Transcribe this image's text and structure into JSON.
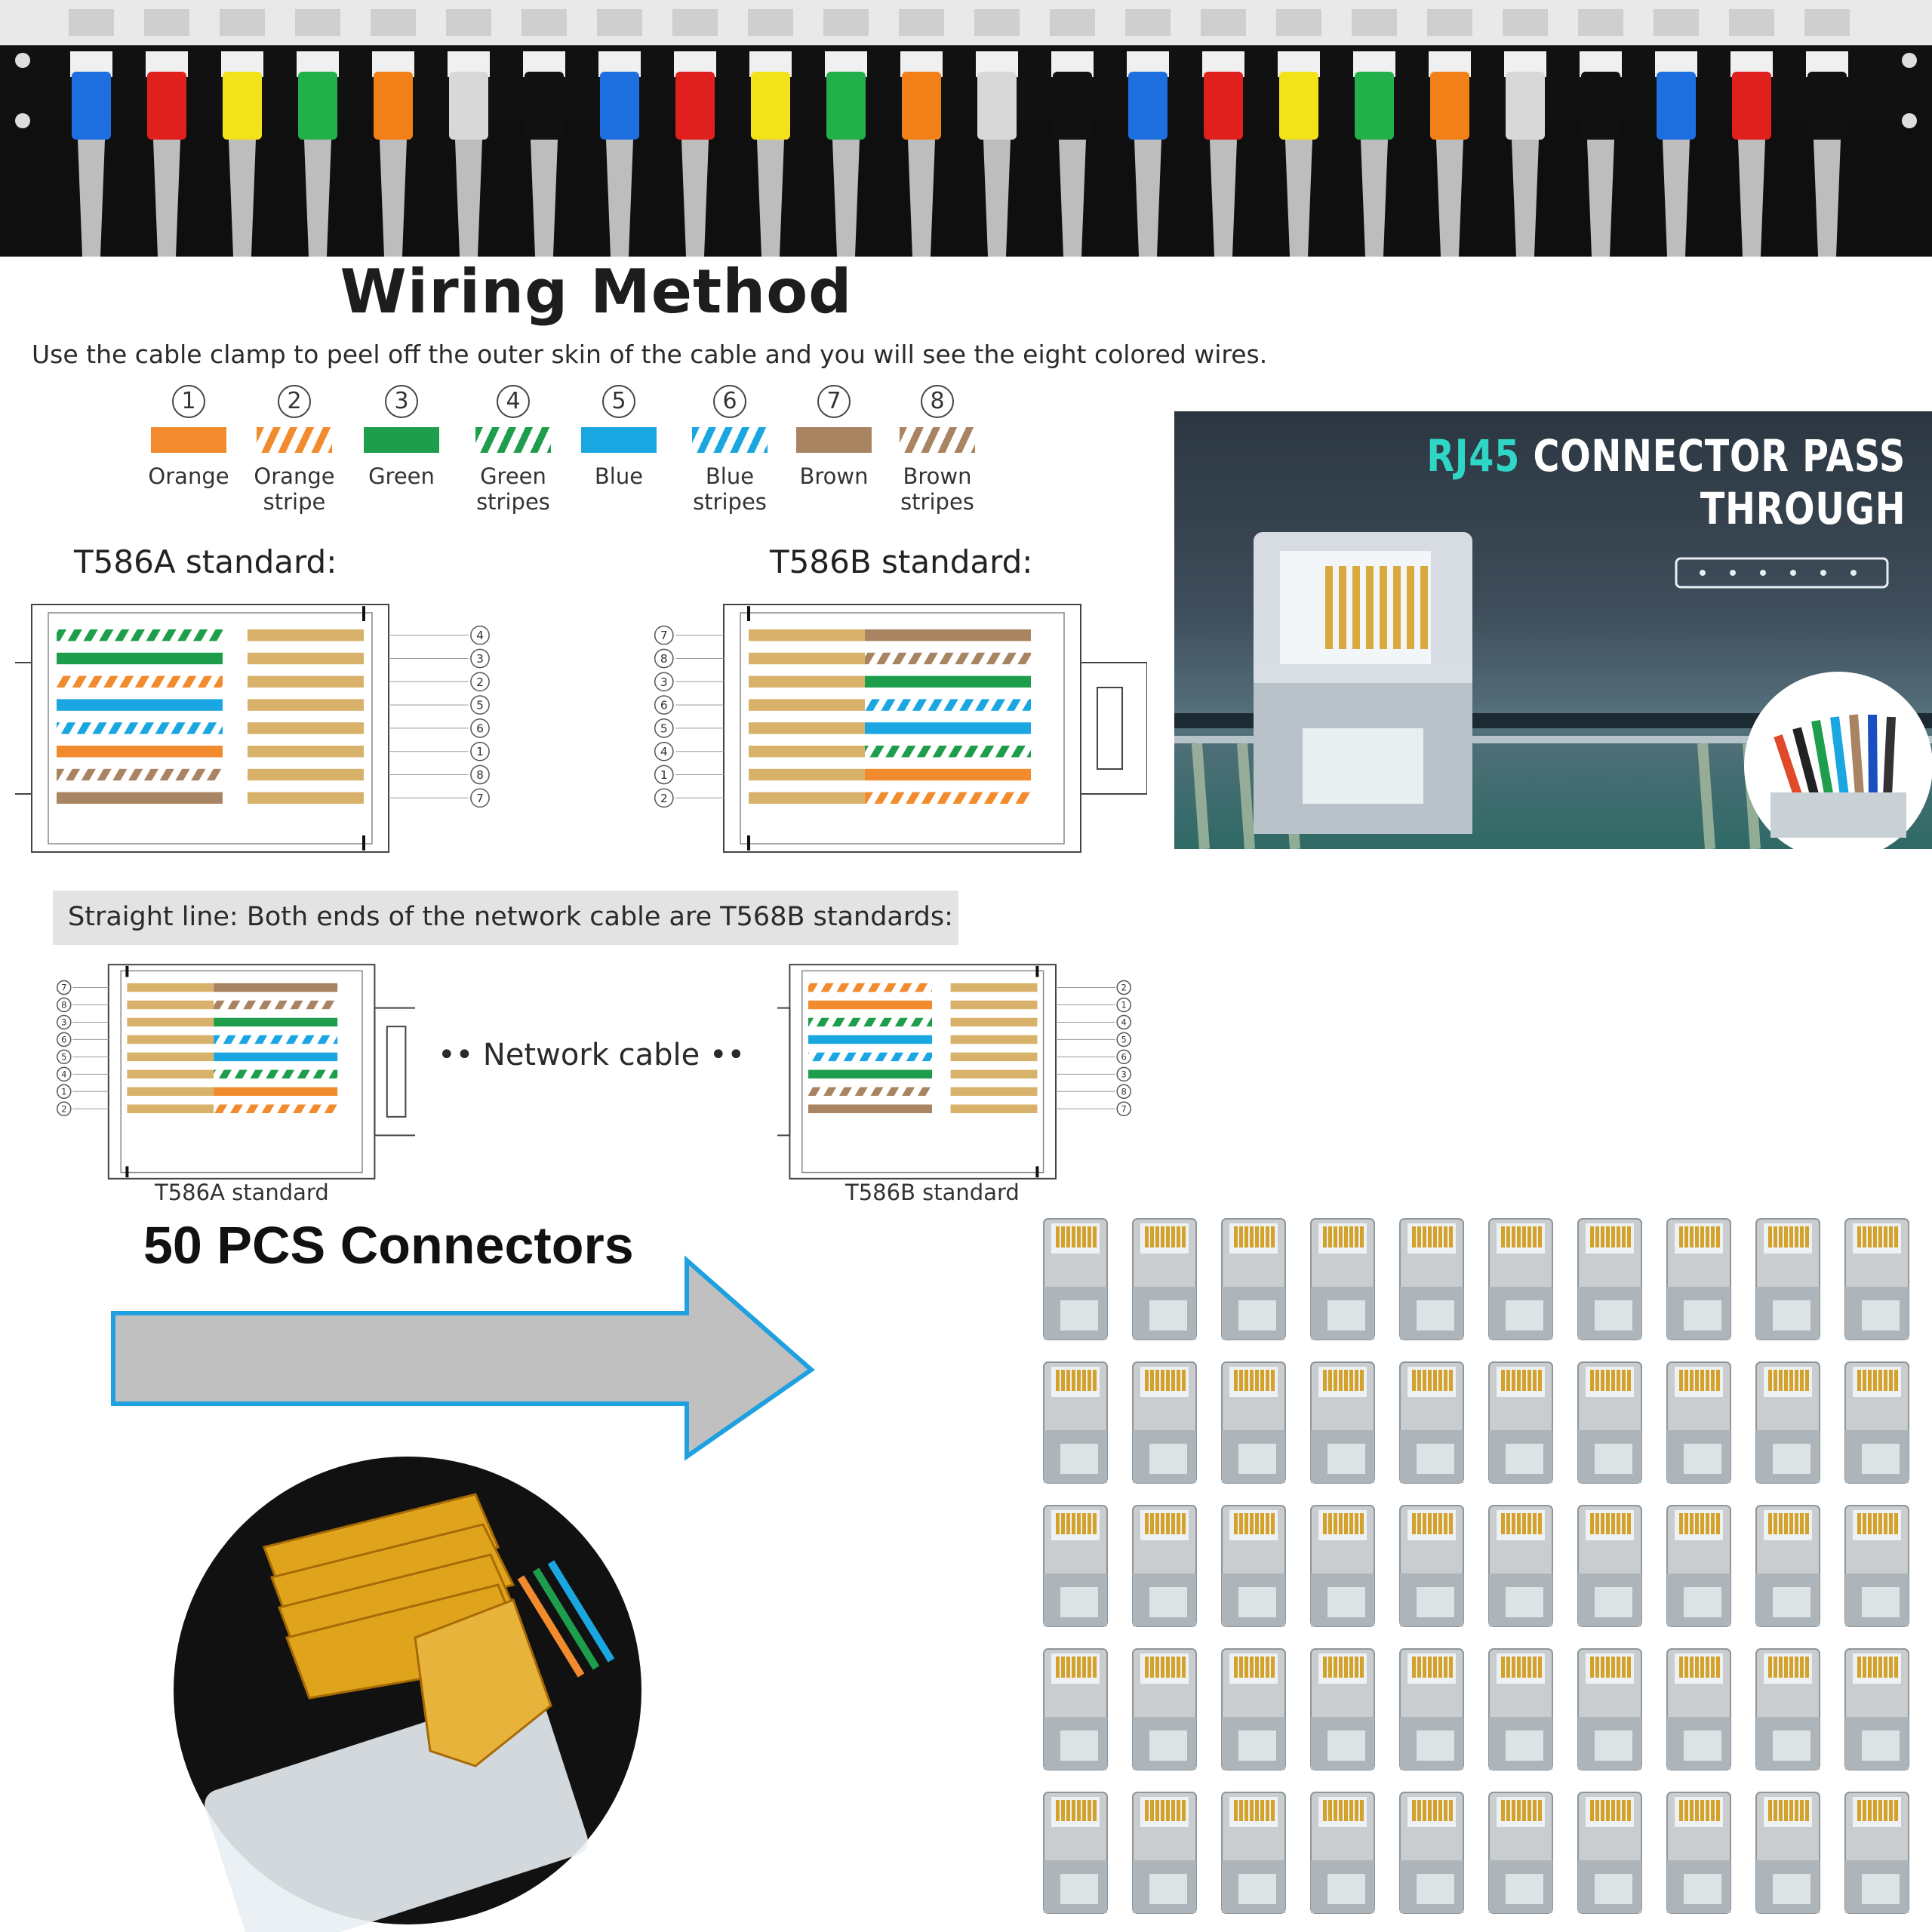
{
  "patch_panel": {
    "port_colors": [
      "#1d6fe0",
      "#e0201c",
      "#f2e21a",
      "#22b04a",
      "#f28019",
      "#d8d8d8",
      "#111111",
      "#1d6fe0",
      "#e0201c",
      "#f2e21a",
      "#22b04a",
      "#f28019",
      "#d8d8d8",
      "#111111",
      "#1d6fe0",
      "#e0201c",
      "#f2e21a",
      "#22b04a",
      "#f28019",
      "#d8d8d8",
      "#111111",
      "#1d6fe0",
      "#e0201c",
      "#111111"
    ]
  },
  "wiring": {
    "title": "Wiring Method",
    "intro": "Use the cable clamp to peel off the outer skin of the cable and you will see the eight colored wires.",
    "wires": [
      {
        "num": "1",
        "label_lines": [
          "Orange"
        ],
        "color": "#f28a2e",
        "striped": false
      },
      {
        "num": "2",
        "label_lines": [
          "Orange",
          "stripe"
        ],
        "color": "#f28a2e",
        "striped": true
      },
      {
        "num": "3",
        "label_lines": [
          "Green"
        ],
        "color": "#1e9e4c",
        "striped": false
      },
      {
        "num": "4",
        "label_lines": [
          "Green",
          "stripes"
        ],
        "color": "#1e9e4c",
        "striped": true
      },
      {
        "num": "5",
        "label_lines": [
          "Blue"
        ],
        "color": "#1aa6e0",
        "striped": false
      },
      {
        "num": "6",
        "label_lines": [
          "Blue",
          "stripes"
        ],
        "color": "#1aa6e0",
        "striped": true
      },
      {
        "num": "7",
        "label_lines": [
          "Brown"
        ],
        "color": "#a88463",
        "striped": false
      },
      {
        "num": "8",
        "label_lines": [
          "Brown",
          "stripes"
        ],
        "color": "#a88463",
        "striped": true
      }
    ],
    "t586a_title": "T586A standard:",
    "t586b_title": "T586B standard:",
    "t586a_pins": [
      "4",
      "3",
      "2",
      "5",
      "6",
      "1",
      "8",
      "7"
    ],
    "t586b_pins": [
      "7",
      "8",
      "3",
      "6",
      "5",
      "4",
      "1",
      "2"
    ],
    "straight_line": "Straight line: Both ends of the network cable are T568B standards:",
    "left_pins": [
      "7",
      "8",
      "3",
      "6",
      "5",
      "4",
      "1",
      "2"
    ],
    "right_pins": [
      "2",
      "1",
      "4",
      "5",
      "6",
      "3",
      "8",
      "7"
    ],
    "network_cable": "•• Network cable ••",
    "left_caption": "T586A standard",
    "right_caption": "T586B standard"
  },
  "rj45_photo": {
    "headline_accent": "RJ45",
    "headline_rest": " CONNECTOR PASS",
    "headline_line2": "THROUGH"
  },
  "pcs": {
    "title": "50 PCS Connectors"
  }
}
